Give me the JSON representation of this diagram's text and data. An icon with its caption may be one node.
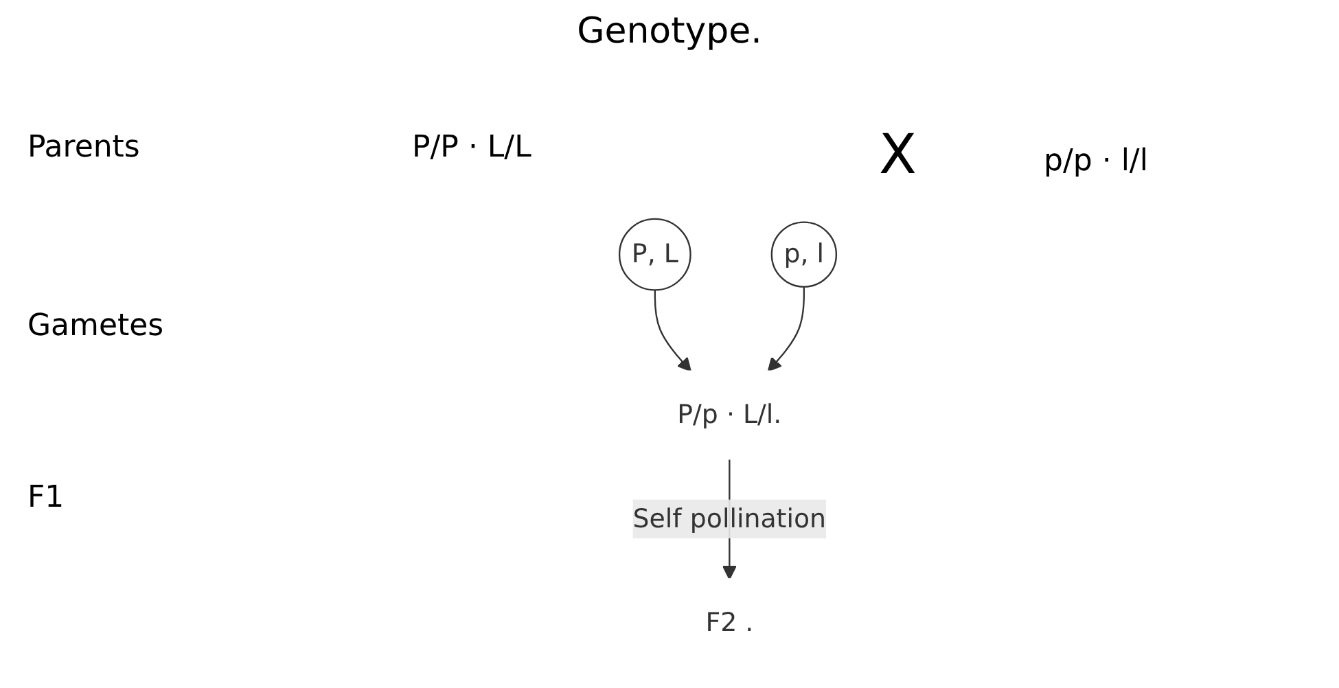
{
  "diagram": {
    "title": "Genotype.",
    "nodes": [
      {
        "text": [
          "P, L"
        ]
      },
      {
        "text": [
          "p, l"
        ]
      },
      {
        "text": [
          "P/p · L/l."
        ]
      },
      {
        "text": [
          "F2 ."
        ]
      }
    ],
    "edges": [
      {
        "from": 0,
        "to": 2,
        "arrow": "to"
      },
      {
        "from": 1,
        "to": 2,
        "arrow": "to"
      },
      {
        "from": 2,
        "to": 3,
        "arrow": "to",
        "label": "Self pollination"
      }
    ],
    "labels": [
      "Parents",
      "P/P · L/L",
      "X",
      "p/p · l/l",
      "Gametes",
      "F1"
    ]
  }
}
